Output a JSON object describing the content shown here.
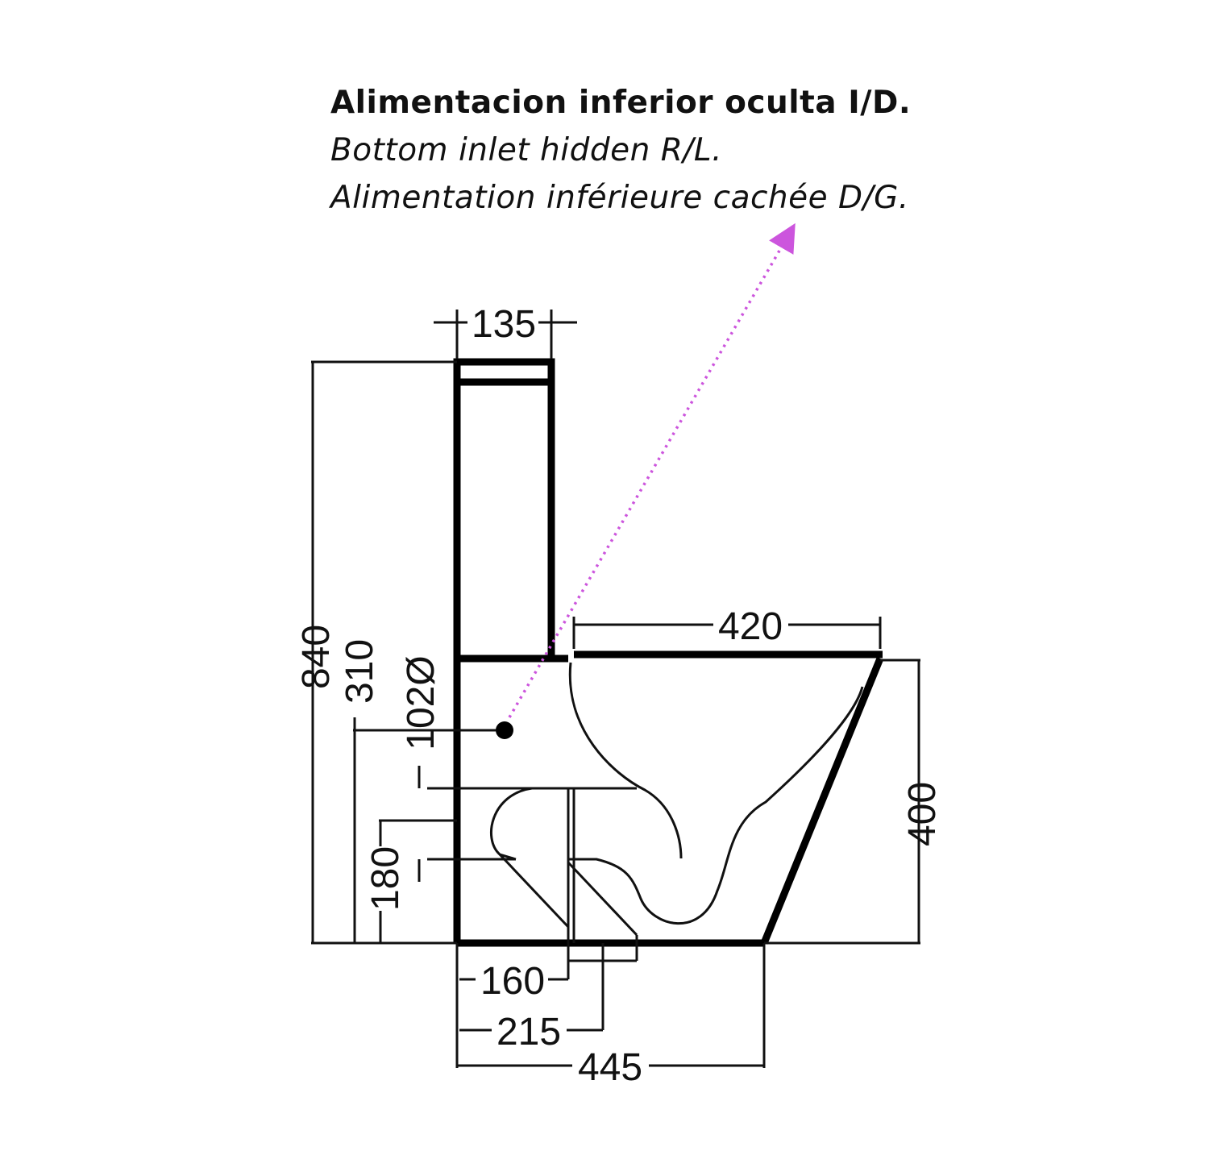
{
  "caption": {
    "spanish": "Alimentacion inferior oculta I/D.",
    "english": "Bottom inlet hidden R/L.",
    "french": "Alimentation inférieure cachée D/G."
  },
  "dimensions": {
    "tank_width": "135",
    "total_height": "840",
    "inlet_height": "310",
    "outlet_diameter": "102Ø",
    "outlet_height": "180",
    "seat_depth": "420",
    "bowl_height": "400",
    "outlet_offset_1": "160",
    "outlet_offset_2": "215",
    "total_depth": "445"
  },
  "colors": {
    "line": "#000000",
    "pointer": "#cc55dd"
  }
}
